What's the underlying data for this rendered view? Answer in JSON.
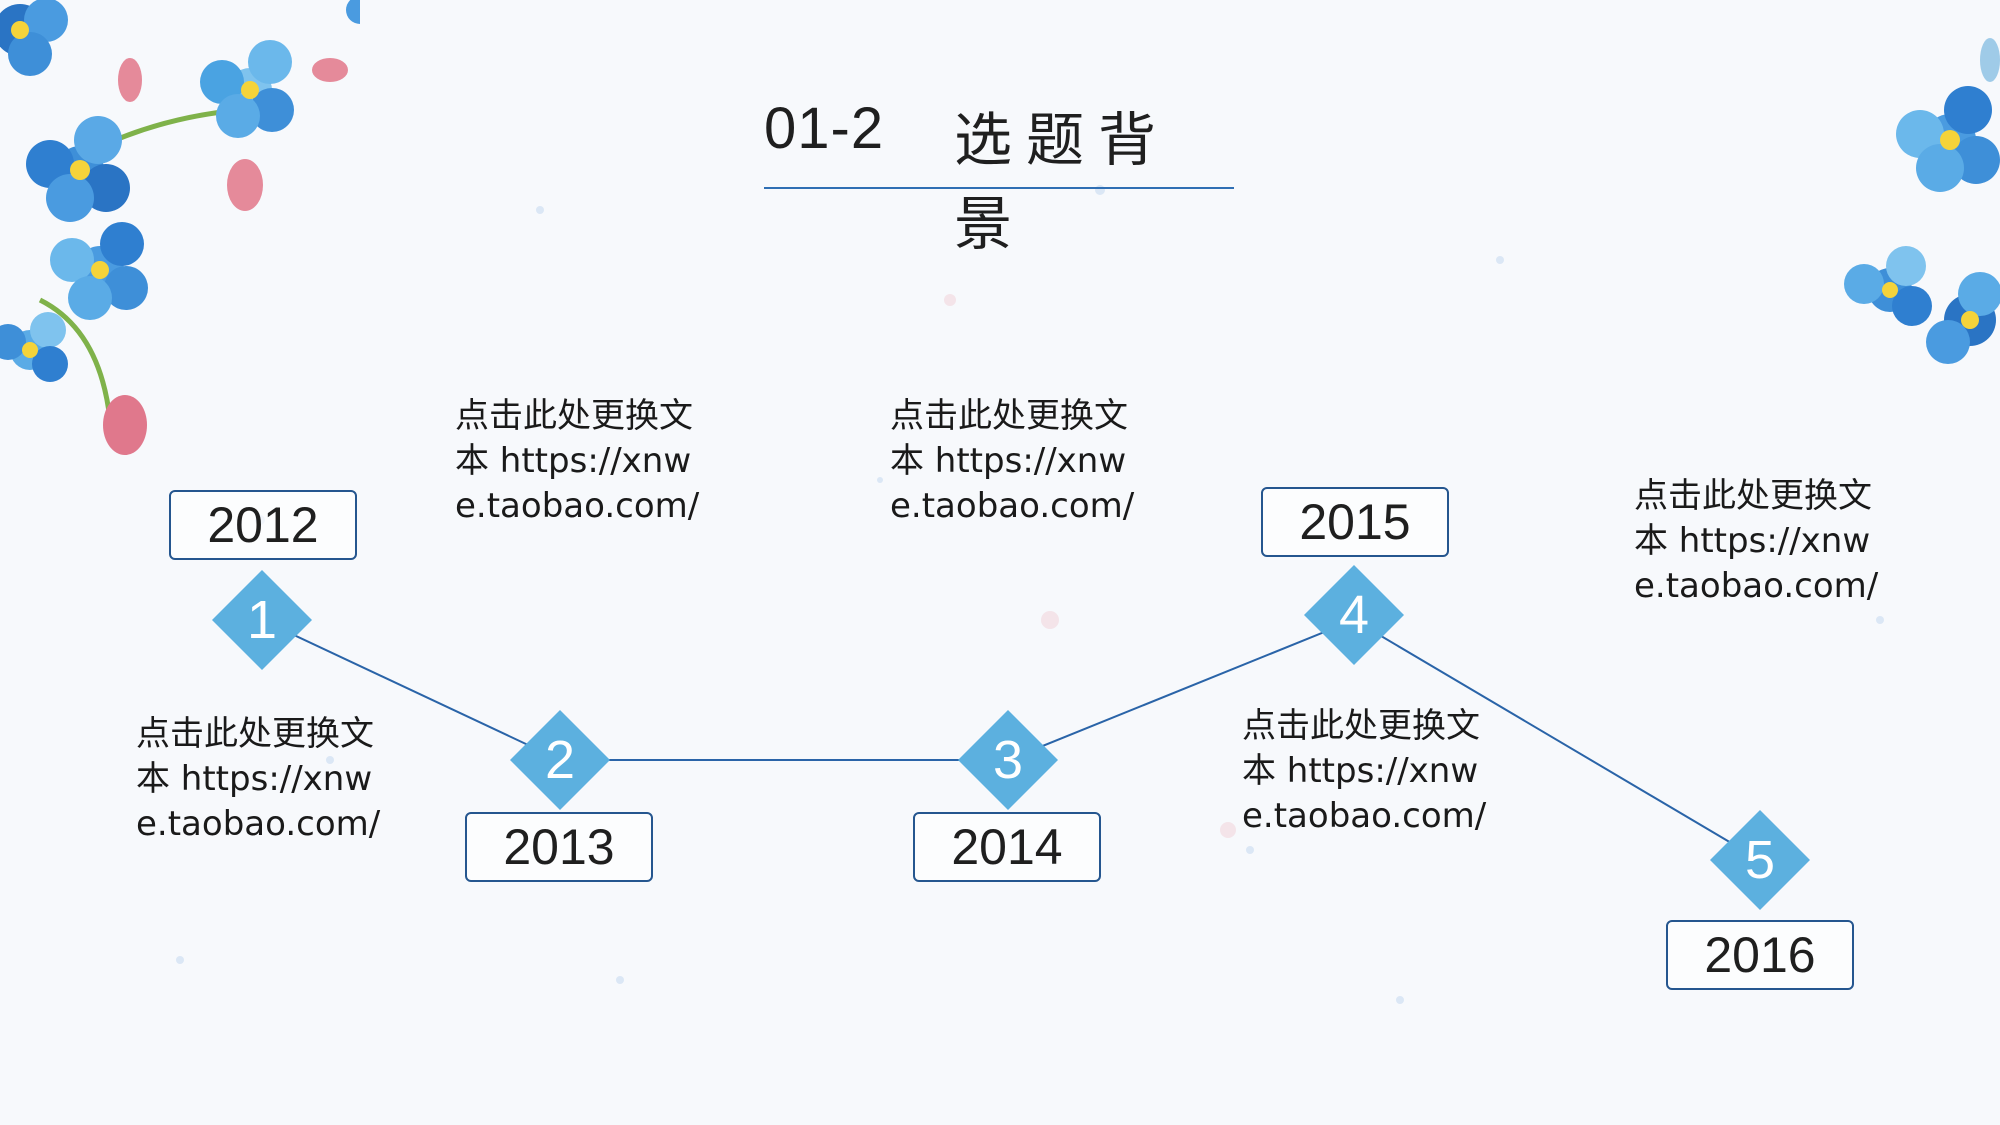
{
  "slide": {
    "number": "01-2",
    "title": "选题背景"
  },
  "timeline": [
    {
      "node": "1",
      "year": "2012",
      "text": "点击此处更换文本 https://xnwe.taobao.com/"
    },
    {
      "node": "2",
      "year": "2013",
      "text": "点击此处更换文本 https://xnwe.taobao.com/"
    },
    {
      "node": "3",
      "year": "2014",
      "text": "点击此处更换文本 https://xnwe.taobao.com/"
    },
    {
      "node": "4",
      "year": "2015",
      "text": "点击此处更换文本 https://xnwe.taobao.com/"
    },
    {
      "node": "5",
      "year": "2016",
      "text": "点击此处更换文本 https://xnwe.taobao.com/"
    }
  ],
  "colors": {
    "diamond": "#5cb0df",
    "line": "#2a64a8",
    "box_border": "#25568f"
  }
}
